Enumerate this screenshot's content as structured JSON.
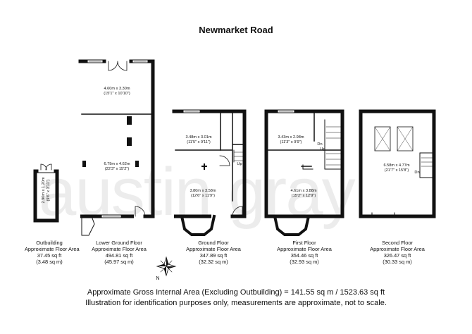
{
  "title": "Newmarket Road",
  "watermark": "austin gray",
  "rooms": {
    "outbuilding": {
      "dims": "2.90m x 1.20m",
      "imperial": "(9'6\" x 3'11\")"
    },
    "lg_rear": {
      "dims": "4.60m x 3.30m",
      "imperial": "(15'1\" x 10'10\")"
    },
    "lg_main": {
      "dims": "6.79m x 4.62m",
      "imperial": "(22'3\" x 15'2\")"
    },
    "gf_rear": {
      "dims": "3.48m x 3.01m",
      "imperial": "(11'5\" x 9'11\")"
    },
    "gf_front": {
      "dims": "3.80m x 3.58m",
      "imperial": "(12'6\" x 11'9\")"
    },
    "ff_rear": {
      "dims": "3.43m x 2.98m",
      "imperial": "(11'3\" x 9'9\")"
    },
    "ff_front": {
      "dims": "4.61m x 3.88m",
      "imperial": "(15'2\" x 12'9\")"
    },
    "sf_main": {
      "dims": "6.58m x 4.77m",
      "imperial": "(21'7\" x 15'8\")"
    }
  },
  "stair_labels": {
    "up": "Up",
    "dn": "Dn"
  },
  "floors": [
    {
      "name": "Outbuilding",
      "label": "Approximate Floor Area",
      "sqft": "37.45 sq ft",
      "sqm": "(3.48 sq m)"
    },
    {
      "name": "Lower Ground Floor",
      "label": "Approximate Floor Area",
      "sqft": "494.81 sq ft",
      "sqm": "(45.97 sq m)"
    },
    {
      "name": "Ground Floor",
      "label": "Approximate Floor Area",
      "sqft": "347.89 sq ft",
      "sqm": "(32.32 sq m)"
    },
    {
      "name": "First Floor",
      "label": "Approximate Floor Area",
      "sqft": "354.46 sq ft",
      "sqm": "(32.93 sq m)"
    },
    {
      "name": "Second Floor",
      "label": "Approximate Floor Area",
      "sqft": "326.47 sq ft",
      "sqm": "(30.33 sq m)"
    }
  ],
  "compass_label": "N",
  "footer": {
    "line1": "Approximate Gross Internal Area (Excluding Outbuilding) = 141.55 sq m / 1523.63 sq ft",
    "line2": "Illustration for identification purposes only, measurements are approximate, not to scale."
  }
}
